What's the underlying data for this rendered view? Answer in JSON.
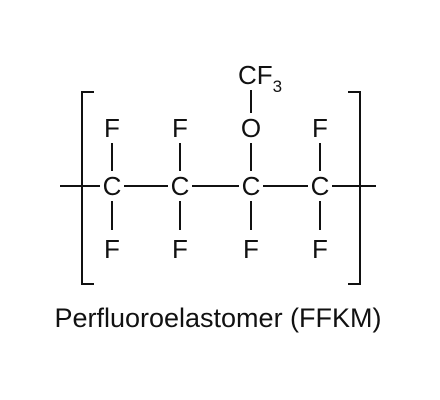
{
  "structure": {
    "side_group": {
      "C": "CF",
      "sub": "3"
    },
    "top_row": [
      "F",
      "F",
      "O",
      "F"
    ],
    "backbone": [
      "C",
      "C",
      "C",
      "C"
    ],
    "bottom_row": [
      "F",
      "F",
      "F",
      "F"
    ]
  },
  "caption": "Perfluoroelastomer (FFKM)"
}
